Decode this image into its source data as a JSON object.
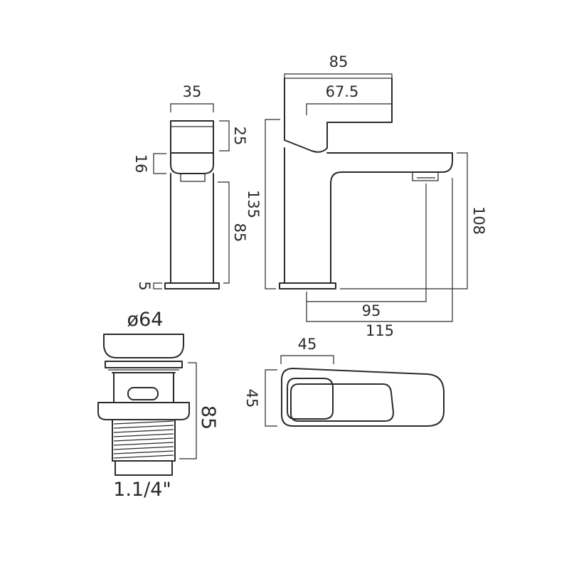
{
  "diagram": {
    "side_view": {
      "width": "35",
      "handle_height": "25",
      "lever_gap": "16",
      "body_height": "85",
      "base_height": "5"
    },
    "front_view": {
      "handle_length": "85",
      "handle_inner": "67.5",
      "total_height": "135",
      "spout_height": "108",
      "spout_reach": "95",
      "projection": "115"
    },
    "waste": {
      "diameter": "ø64",
      "height": "85",
      "thread": "1.1/4\""
    },
    "top_view": {
      "width": "45",
      "depth": "45"
    }
  }
}
